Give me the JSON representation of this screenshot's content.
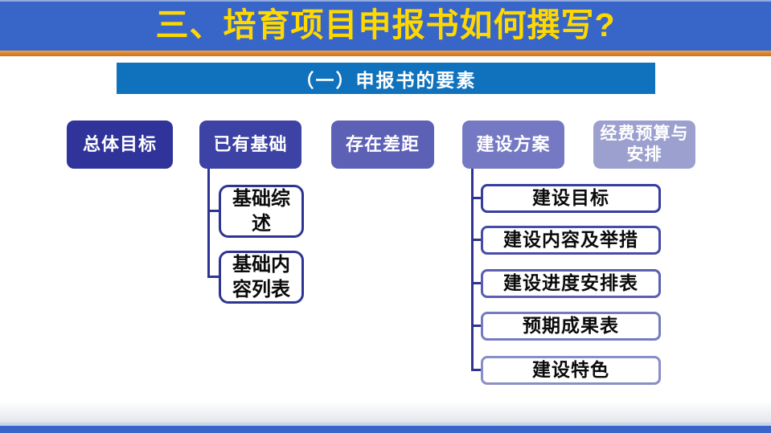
{
  "header": {
    "title": "三、培育项目申报书如何撰写?"
  },
  "section": {
    "banner": "（一）申报书的要素"
  },
  "tree": {
    "categories": [
      {
        "label": "总体目标",
        "color": "#2f339a"
      },
      {
        "label": "已有基础",
        "color": "#3d42a5"
      },
      {
        "label": "存在差距",
        "color": "#5c61b6"
      },
      {
        "label": "建设方案",
        "color": "#7579c3"
      },
      {
        "label": "经费预算与安排",
        "color": "#9ca0cf"
      }
    ],
    "foundation_children": [
      {
        "label": "基础综述",
        "border": "#2e3493"
      },
      {
        "label": "基础内容列表",
        "border": "#2e3493"
      }
    ],
    "plan_children": [
      {
        "label": "建设目标",
        "border": "#383d9e"
      },
      {
        "label": "建设内容及举措",
        "border": "#474ca8"
      },
      {
        "label": "建设进度安排表",
        "border": "#5a5fb2"
      },
      {
        "label": "预期成果表",
        "border": "#767bbf"
      },
      {
        "label": "建设特色",
        "border": "#8a8ec8"
      }
    ]
  },
  "colors": {
    "title_bar": "#3866c8",
    "title_text": "#ffd800",
    "orange_divider": "#d8812a",
    "banner_blue": "#1072bc",
    "connector": "#2e3493",
    "footer_bar": "#3866c8",
    "footer_line": "#c7d6ec"
  }
}
